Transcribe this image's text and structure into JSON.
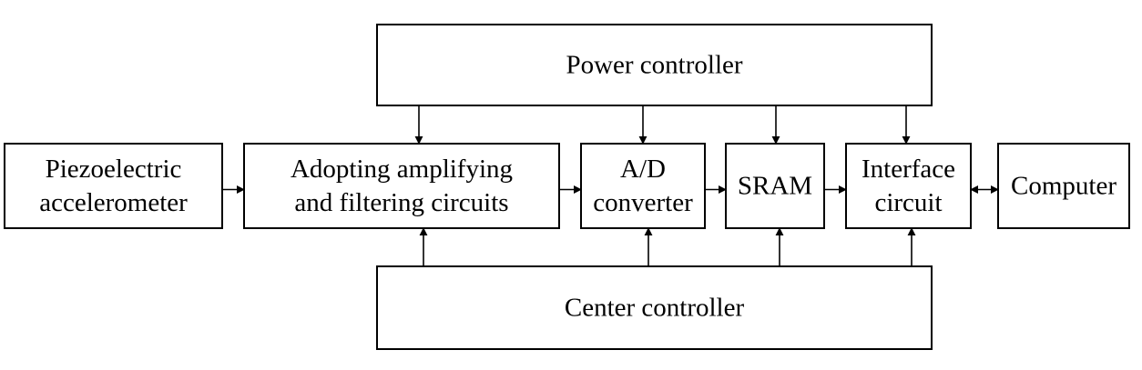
{
  "blocks": {
    "power_controller": [
      "Power controller"
    ],
    "piezoelectric_accelerometer": [
      "Piezoelectric",
      "accelerometer"
    ],
    "amplifying_filtering": [
      "Adopting amplifying",
      "and filtering circuits"
    ],
    "ad_converter": [
      "A/D",
      "converter"
    ],
    "sram": [
      "SRAM"
    ],
    "interface_circuit": [
      "Interface",
      "circuit"
    ],
    "computer": [
      "Computer"
    ],
    "center_controller": [
      "Center controller"
    ]
  },
  "connections": [
    {
      "from": "piezoelectric_accelerometer",
      "to": "amplifying_filtering"
    },
    {
      "from": "amplifying_filtering",
      "to": "ad_converter"
    },
    {
      "from": "ad_converter",
      "to": "sram"
    },
    {
      "from": "sram",
      "to": "interface_circuit"
    },
    {
      "from": "interface_circuit",
      "to": "computer",
      "bidirectional": true
    },
    {
      "from": "power_controller",
      "to": "amplifying_filtering"
    },
    {
      "from": "power_controller",
      "to": "ad_converter"
    },
    {
      "from": "power_controller",
      "to": "sram"
    },
    {
      "from": "power_controller",
      "to": "interface_circuit"
    },
    {
      "from": "center_controller",
      "to": "amplifying_filtering"
    },
    {
      "from": "center_controller",
      "to": "ad_converter"
    },
    {
      "from": "center_controller",
      "to": "sram"
    },
    {
      "from": "center_controller",
      "to": "interface_circuit"
    }
  ],
  "colors": {
    "line": "#000000",
    "background": "#ffffff"
  }
}
